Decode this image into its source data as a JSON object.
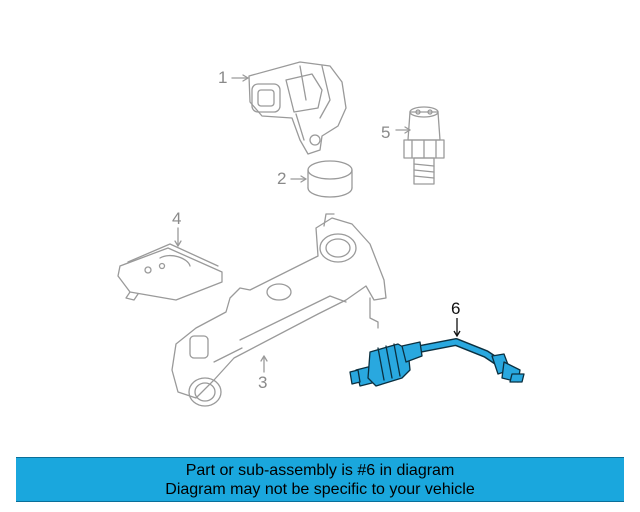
{
  "callouts": {
    "c1": "1",
    "c2": "2",
    "c3": "3",
    "c4": "4",
    "c5": "5",
    "c6": "6"
  },
  "banner": {
    "line1": "Part or sub-assembly is #6 in diagram",
    "line2": "Diagram may not be specific to your vehicle"
  },
  "colors": {
    "highlight": "#29a8df",
    "outline": "#9a9a9a",
    "banner_bg": "#1aa7dd"
  }
}
